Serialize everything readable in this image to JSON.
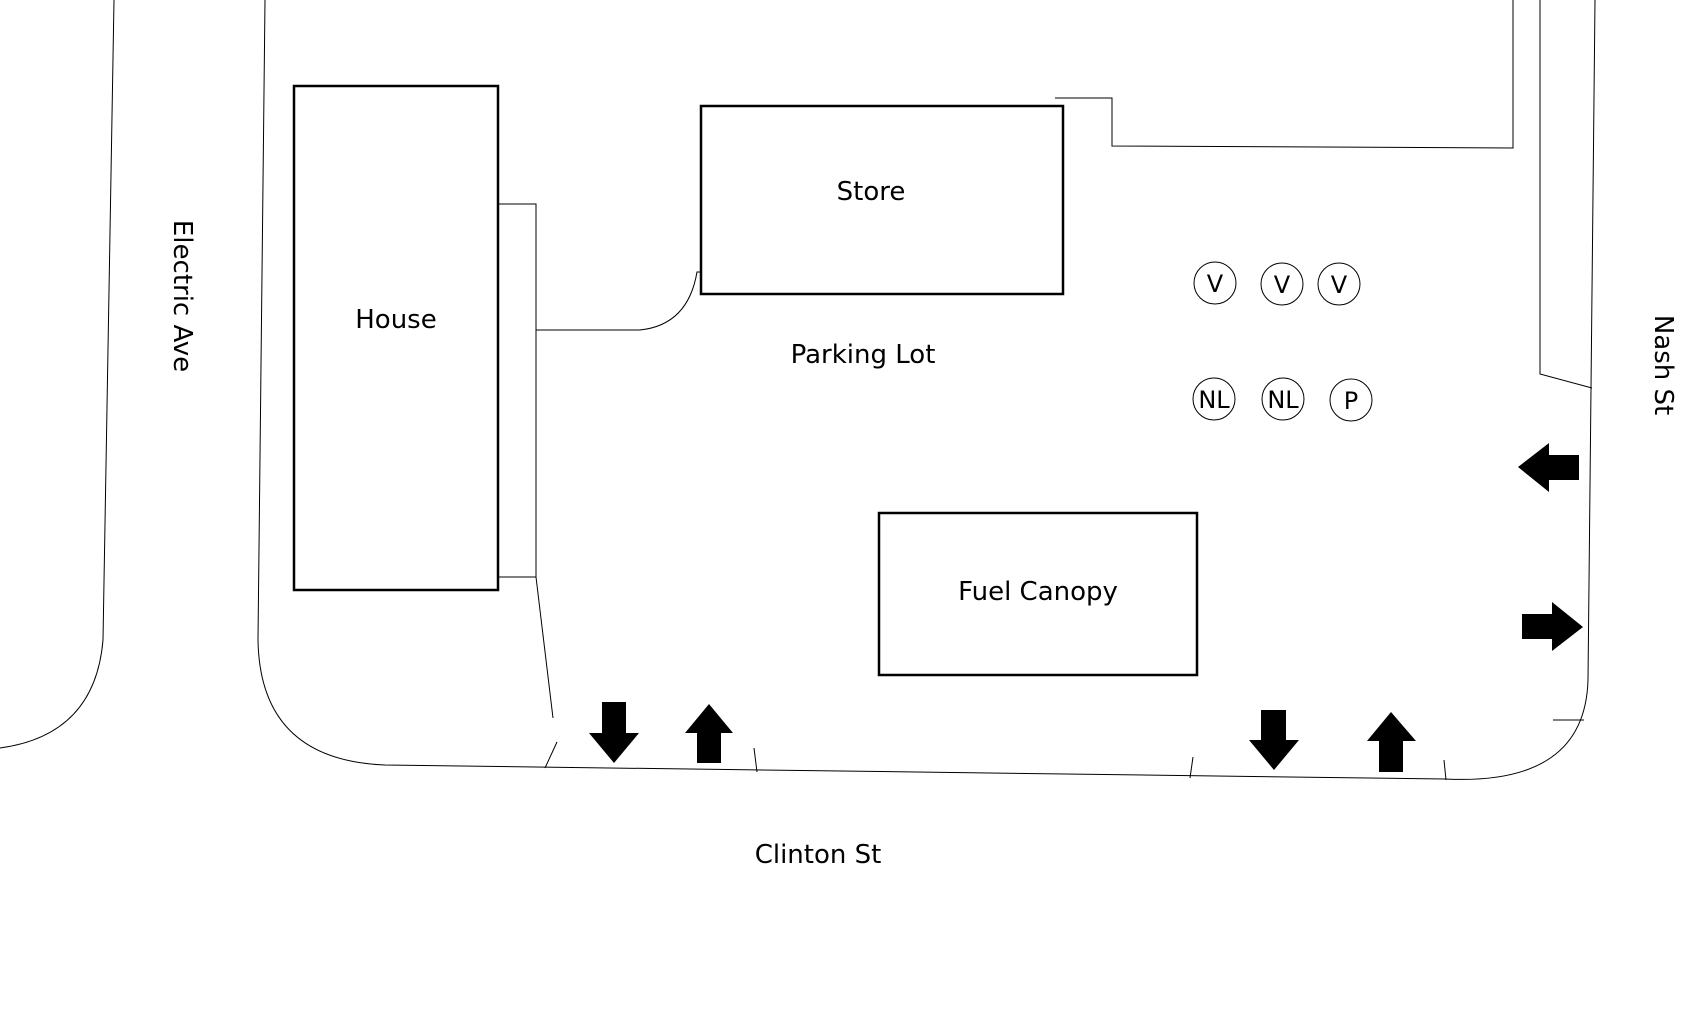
{
  "buildings": {
    "house": "House",
    "store": "Store",
    "fuel_canopy": "Fuel Canopy"
  },
  "areas": {
    "parking_lot": "Parking Lot"
  },
  "streets": {
    "west": "Electric Ave",
    "east": "Nash St",
    "south": "Clinton St"
  },
  "markers": [
    "V",
    "V",
    "V",
    "NL",
    "NL",
    "P"
  ]
}
